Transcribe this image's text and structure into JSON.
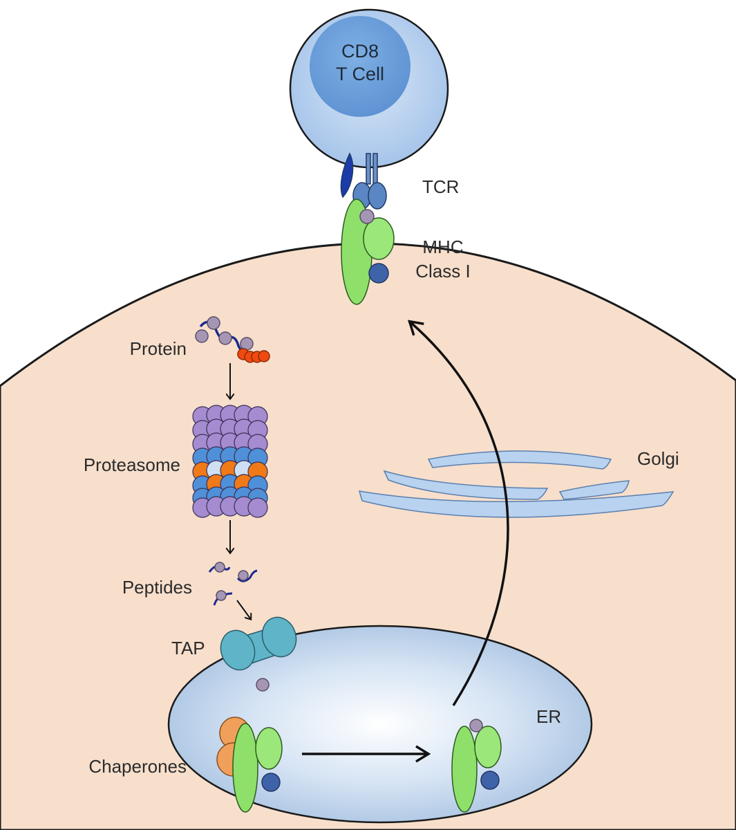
{
  "labels": {
    "tcell_line1": "CD8",
    "tcell_line2": "T Cell",
    "tcr": "TCR",
    "mhc_line1": "MHC",
    "mhc_line2": "Class I",
    "protein": "Protein",
    "proteasome": "Proteasome",
    "peptides": "Peptides",
    "tap": "TAP",
    "golgi": "Golgi",
    "er": "ER",
    "chaperones": "Chaperones"
  },
  "colors": {
    "cytoplasm": "#f7dfcc",
    "tcell_outer": "#b9d3f0",
    "tcell_inner": "#6b9fd8",
    "golgi": "#b8d2f0",
    "er": "#c6d9ee",
    "mhc_heavy_chain": "#8ee06b",
    "b2m": "#3f63a8",
    "tcr": "#5a86c4",
    "peptide": "#a596b4",
    "tap": "#5fb4c7",
    "chaperone": "#f0a05a",
    "proteasome_purple": "#a58bd0",
    "proteasome_blue": "#4f90d8",
    "proteasome_orange": "#f07a18",
    "ubiquitin": "#f04a10"
  }
}
